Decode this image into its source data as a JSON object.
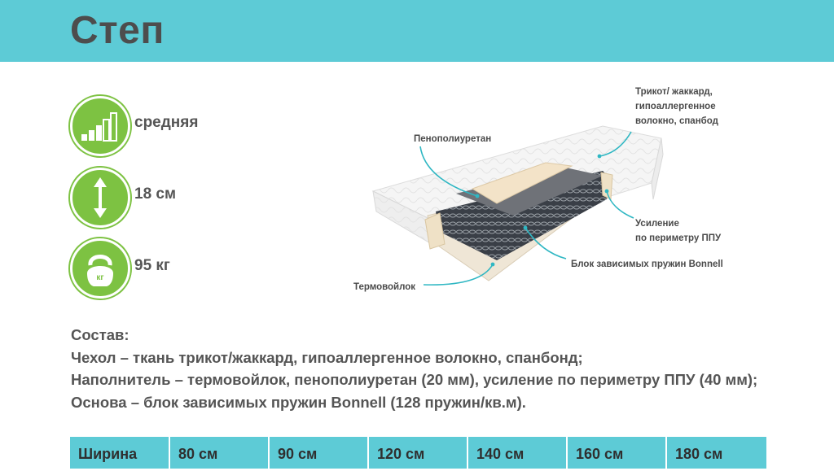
{
  "title": "Степ",
  "features": [
    {
      "icon": "bars-icon",
      "label": "средняя"
    },
    {
      "icon": "height-arrow-icon",
      "label": "18  см"
    },
    {
      "icon": "kettlebell-icon",
      "label": "95 кг",
      "icon_text": "кг"
    }
  ],
  "callouts": {
    "cover_lines": [
      "Трикот/ жаккард,",
      "гипоаллергенное",
      "волокно, спанбод"
    ],
    "foam": "Пенополиуретан",
    "reinforce_lines": [
      "Усиление",
      "по периметру ППУ"
    ],
    "springs": "Блок зависимых пружин Bonnell",
    "felt": "Термовойлок"
  },
  "composition": [
    "Состав:",
    "Чехол – ткань трикот/жаккард, гипоаллергенное волокно, спанбонд;",
    "Наполнитель – термовойлок, пенополиуретан (20 мм), усиление по периметру ППУ (40 мм);",
    "Основа – блок зависимых пружин Bonnell (128 пружин/кв.м)."
  ],
  "sizes": {
    "label": "Ширина",
    "values": [
      "80 см",
      "90 см",
      "120 см",
      "140 см",
      "160 см",
      "180  см"
    ]
  },
  "colors": {
    "accent": "#5dcbd6",
    "green": "#7dc242"
  }
}
